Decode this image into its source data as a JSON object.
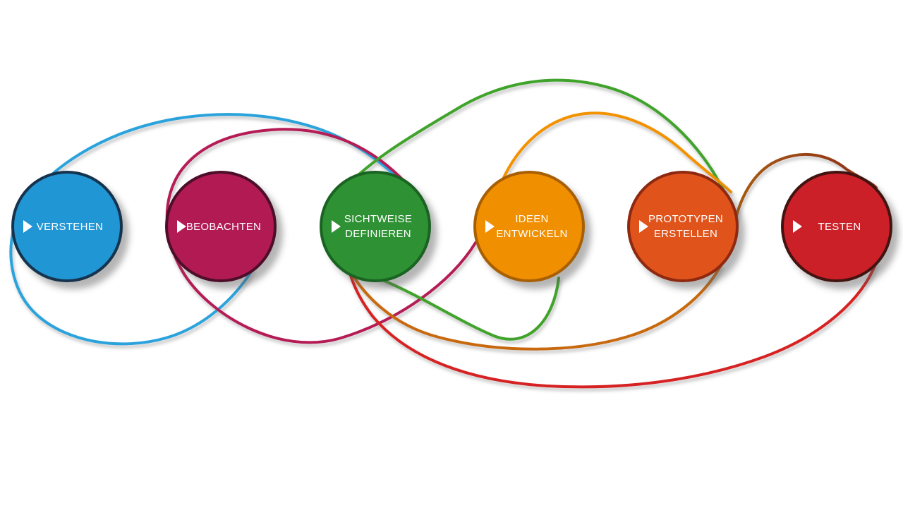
{
  "diagram": {
    "background": "#ffffff",
    "nodes": [
      {
        "id": "verstehen",
        "line1": "VERSTEHEN",
        "line2": "",
        "fill": "#2196d5",
        "border": "#16334e",
        "text_color": "#ffffff"
      },
      {
        "id": "beobachten",
        "line1": "BEOBACHTEN",
        "line2": "",
        "fill": "#b11a53",
        "border": "#4d0e29",
        "text_color": "#ffffff"
      },
      {
        "id": "sichtweise-definieren",
        "line1": "SICHTWEISE",
        "line2": "DEFINIEREN",
        "fill": "#2e9133",
        "border": "#1a6322",
        "text_color": "#ffffff"
      },
      {
        "id": "ideen-entwickeln",
        "line1": "IDEEN",
        "line2": "ENTWICKELN",
        "fill": "#f08f00",
        "border": "#a85f04",
        "text_color": "#ffffff"
      },
      {
        "id": "prototypen-erstellen",
        "line1": "PROTOTYPEN",
        "line2": "ERSTELLEN",
        "fill": "#e0541b",
        "border": "#8e2910",
        "text_color": "#ffffff"
      },
      {
        "id": "testen",
        "line1": "TESTEN",
        "line2": "",
        "fill": "#cb2027",
        "border": "#421310",
        "text_color": "#ffffff"
      }
    ],
    "curves": [
      {
        "id": "loop-verstehen",
        "color": "#2ba3dc"
      },
      {
        "id": "loop-beobachten",
        "color": "#b51d56"
      },
      {
        "id": "loop-sichtweise",
        "color": "#3fa32c"
      },
      {
        "id": "loop-ideen-top",
        "color": "#f39200"
      },
      {
        "id": "loop-ideen-bottom",
        "color": "#c8690f"
      },
      {
        "id": "loop-testen-top",
        "color_start": "#a95c10",
        "color_end": "#8d2f16"
      },
      {
        "id": "loop-testen-bottom",
        "color": "#d62020"
      }
    ]
  }
}
